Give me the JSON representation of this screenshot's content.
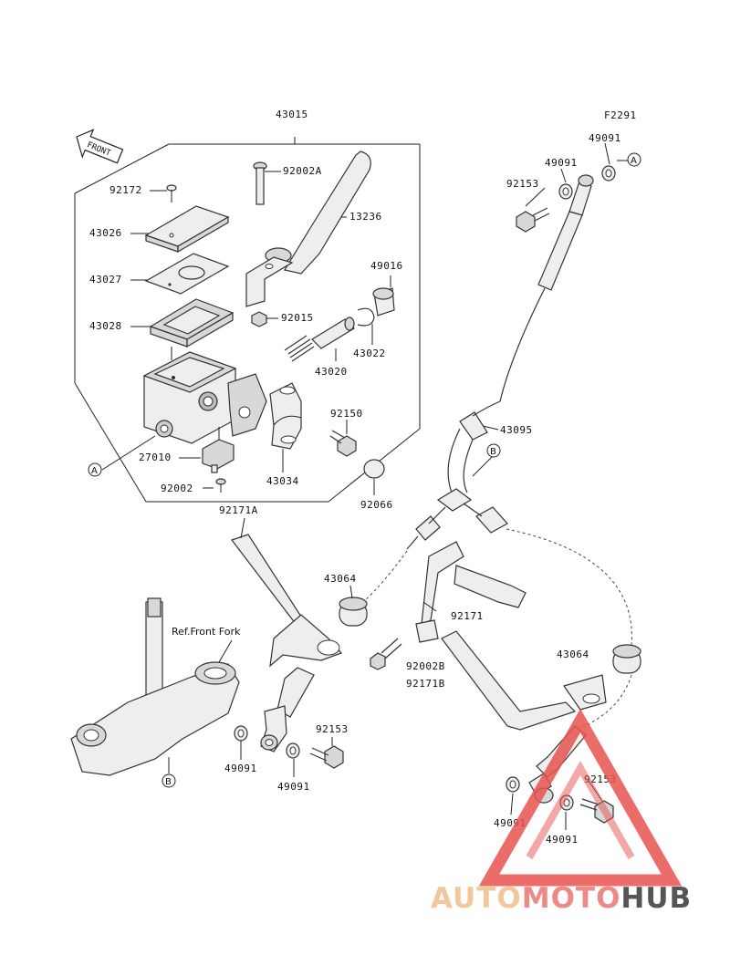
{
  "diagram_code": "F2291",
  "front_label": "FRONT",
  "ref_text": "Ref.Front Fork",
  "callouts": {
    "c43015": "43015",
    "c92172": "92172",
    "c92002A": "92002A",
    "c13236": "13236",
    "c43026": "43026",
    "c43027": "43027",
    "c43028": "43028",
    "c49016": "49016",
    "c92015": "92015",
    "c43022": "43022",
    "c43020": "43020",
    "c92150": "92150",
    "c27010": "27010",
    "c43034": "43034",
    "c92002": "92002",
    "c92066": "92066",
    "c92171A": "92171A",
    "c43064a": "43064",
    "c49091a": "49091",
    "c92153a": "92153",
    "c49091b": "49091",
    "c49091c": "49091",
    "c92153b": "92153",
    "c49091d": "49091",
    "c43095": "43095",
    "c92171": "92171",
    "c92002B": "92002B",
    "c92171B": "92171B",
    "c43064b": "43064",
    "c92153c": "92153",
    "c49091e": "49091",
    "c49091f": "49091"
  },
  "markers": {
    "a_left": "A",
    "a_right": "A",
    "b_top": "B",
    "b_bottom": "B"
  },
  "watermark": {
    "part1": "AUTO",
    "part2": "MOTO",
    "part3": "HUB",
    "colors": {
      "auto": "#f2c79a",
      "moto": "#eb8a86",
      "hub": "#555555",
      "triangle": "#e8534f"
    }
  }
}
